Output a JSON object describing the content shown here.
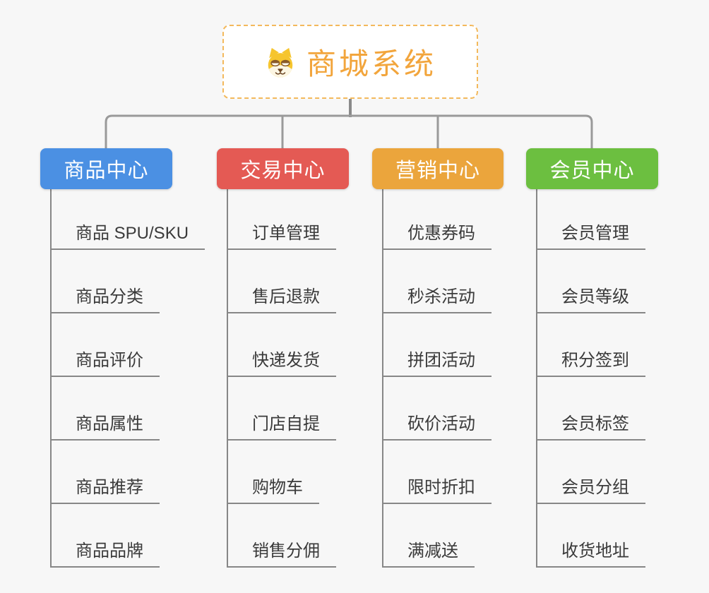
{
  "root": {
    "title": "商城系统",
    "icon": "shiba-dog-icon",
    "title_color": "#f2a53c",
    "border_color": "#f3b95c"
  },
  "branches": [
    {
      "label": "商品中心",
      "color": "#4b90e3",
      "children": [
        "商品 SPU/SKU",
        "商品分类",
        "商品评价",
        "商品属性",
        "商品推荐",
        "商品品牌"
      ]
    },
    {
      "label": "交易中心",
      "color": "#e45a54",
      "children": [
        "订单管理",
        "售后退款",
        "快递发货",
        "门店自提",
        "购物车",
        "销售分佣"
      ]
    },
    {
      "label": "营销中心",
      "color": "#eba53c",
      "children": [
        "优惠券码",
        "秒杀活动",
        "拼团活动",
        "砍价活动",
        "限时折扣",
        "满减送"
      ]
    },
    {
      "label": "会员中心",
      "color": "#6cbf40",
      "children": [
        "会员管理",
        "会员等级",
        "积分签到",
        "会员标签",
        "会员分组",
        "收货地址"
      ]
    }
  ],
  "lines": {
    "connector_color": "#9a9a9a",
    "root_drop_color": "#8a8a8a",
    "leaf_line_color": "#878787"
  },
  "background": "#f7f7f7"
}
